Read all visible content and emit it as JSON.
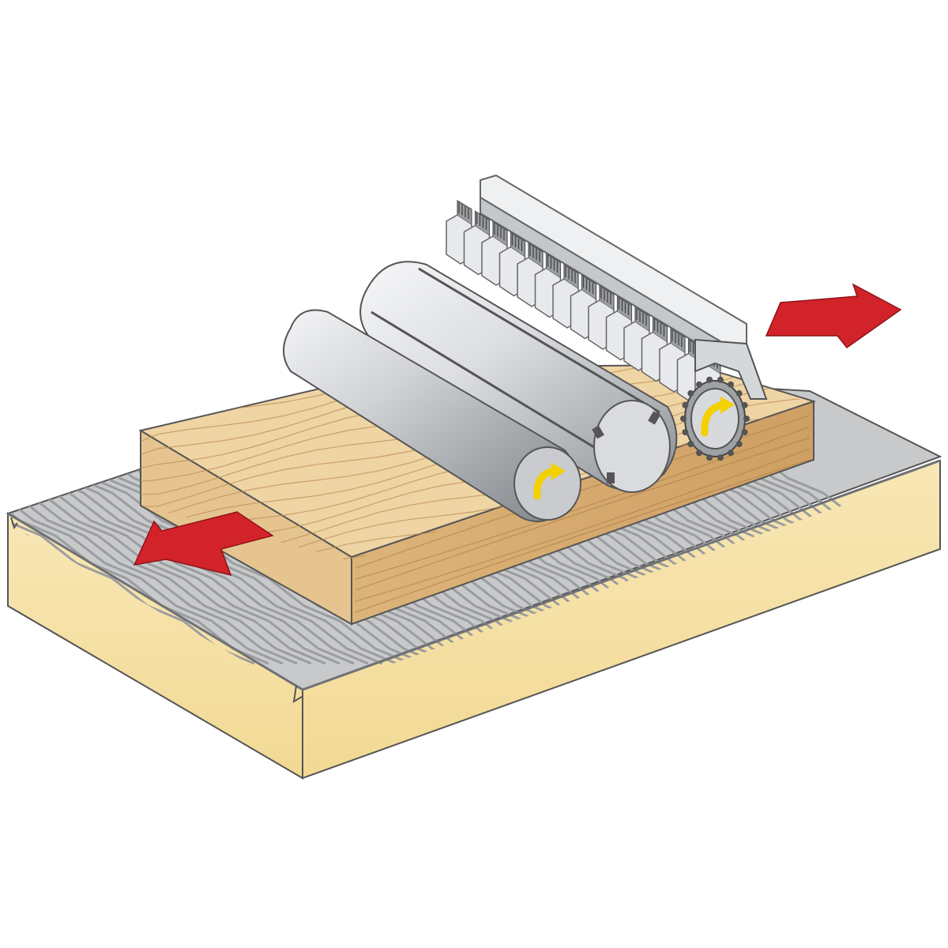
{
  "diagram": {
    "caption": "",
    "parts": [
      {
        "id": "machine-table",
        "kind": "grooved table"
      },
      {
        "id": "workpiece",
        "kind": "wooden board"
      },
      {
        "id": "outfeed-roller",
        "kind": "smooth roller"
      },
      {
        "id": "cutter-head",
        "kind": "cylindrical cutter head"
      },
      {
        "id": "infeed-roller",
        "kind": "serrated roller"
      },
      {
        "id": "chip-breaker",
        "kind": "sectional pressure fingers"
      },
      {
        "id": "feed-in-arrow",
        "kind": "arrow",
        "color": "#d2232a"
      },
      {
        "id": "feed-out-arrow",
        "kind": "arrow",
        "color": "#d2232a"
      }
    ],
    "colors": {
      "table_top": "#c8c9cb",
      "table_grooves": "#9a9c9f",
      "table_side": "#f6e2a9",
      "wood_top": "#efd4a4",
      "wood_front": "#d8ae72",
      "metal_light": "#eef0f2",
      "metal_mid": "#b9bcc0",
      "metal_dark": "#7d8085",
      "arrow_red": "#d2232a",
      "rotation_yellow": "#f3d000"
    },
    "rotation_markers": 2
  }
}
